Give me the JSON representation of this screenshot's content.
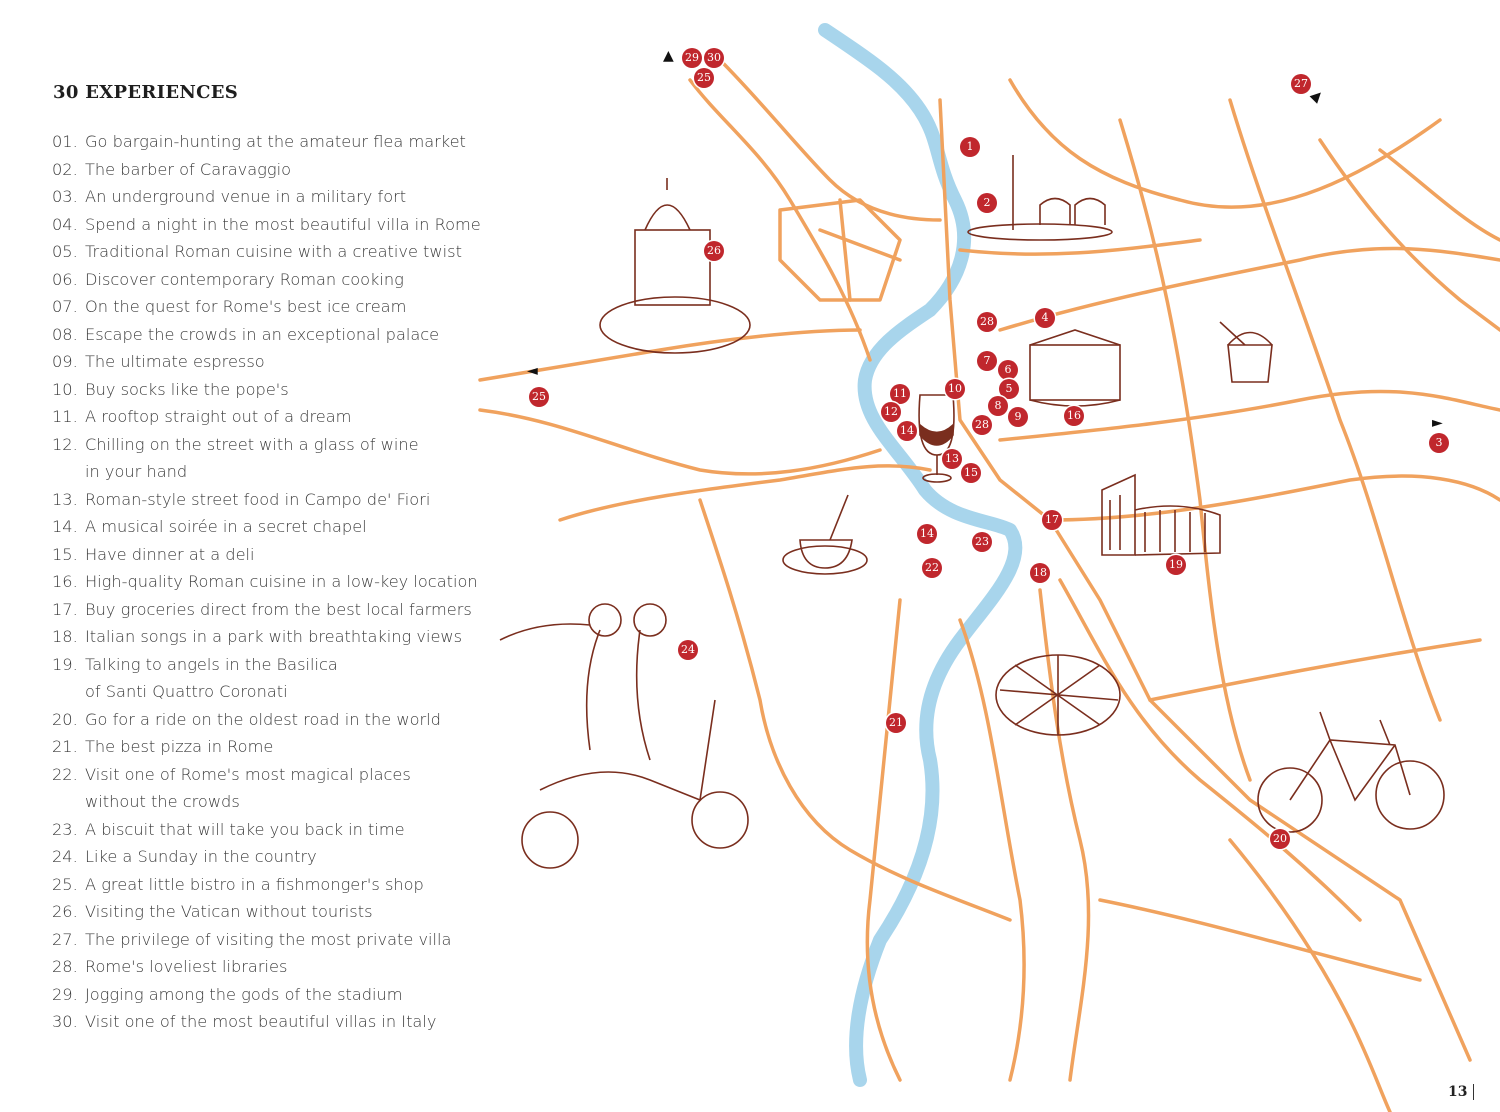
{
  "heading": "30 EXPERIENCES",
  "experiences": [
    {
      "num": "01.",
      "text": "Go bargain-hunting at the amateur flea market"
    },
    {
      "num": "02.",
      "text": "The barber of Caravaggio"
    },
    {
      "num": "03.",
      "text": "An underground venue in a military fort"
    },
    {
      "num": "04.",
      "text": "Spend a night in the most beautiful villa in Rome"
    },
    {
      "num": "05.",
      "text": "Traditional Roman cuisine with a creative twist"
    },
    {
      "num": "06.",
      "text": "Discover contemporary Roman cooking"
    },
    {
      "num": "07.",
      "text": "On the quest for Rome's best ice cream"
    },
    {
      "num": "08.",
      "text": "Escape the crowds in an exceptional palace"
    },
    {
      "num": "09.",
      "text": "The ultimate espresso"
    },
    {
      "num": "10.",
      "text": "Buy socks like the pope's"
    },
    {
      "num": "11.",
      "text": "A rooftop straight out of a dream"
    },
    {
      "num": "12.",
      "text": "Chilling on the street with a glass of wine",
      "cont": "in your hand"
    },
    {
      "num": "13.",
      "text": "Roman-style street food in Campo de' Fiori"
    },
    {
      "num": "14.",
      "text": "A musical soirée in a secret chapel"
    },
    {
      "num": "15.",
      "text": "Have dinner at a deli"
    },
    {
      "num": "16.",
      "text": "High-quality Roman cuisine in a low-key location"
    },
    {
      "num": "17.",
      "text": "Buy groceries direct from the best local farmers"
    },
    {
      "num": "18.",
      "text": "Italian songs in a park with breathtaking views"
    },
    {
      "num": "19.",
      "text": "Talking to angels in the Basilica",
      "cont": "of Santi Quattro Coronati"
    },
    {
      "num": "20.",
      "text": "Go for a ride on the oldest road in the world"
    },
    {
      "num": "21.",
      "text": "The best pizza in Rome"
    },
    {
      "num": "22.",
      "text": "Visit one of Rome's most magical places",
      "cont": "without the crowds"
    },
    {
      "num": "23.",
      "text": "A biscuit that will take you back in time"
    },
    {
      "num": "24.",
      "text": "Like a Sunday in the country"
    },
    {
      "num": "25.",
      "text": "A great little bistro in a fishmonger's shop"
    },
    {
      "num": "26.",
      "text": "Visiting the Vatican without tourists"
    },
    {
      "num": "27.",
      "text": "The privilege of visiting the most private villa"
    },
    {
      "num": "28.",
      "text": "Rome's loveliest libraries"
    },
    {
      "num": "29.",
      "text": "Jogging among the gods of the stadium"
    },
    {
      "num": "30.",
      "text": "Visit one of the most beautiful villas in Italy"
    }
  ],
  "markers": [
    "29",
    "30",
    "25",
    "27",
    "1",
    "2",
    "26",
    "28",
    "4",
    "7",
    "6",
    "5",
    "10",
    "11",
    "12",
    "8",
    "9",
    "28",
    "16",
    "14",
    "13",
    "15",
    "3",
    "25",
    "17",
    "14",
    "23",
    "22",
    "18",
    "19",
    "24",
    "21",
    "20"
  ],
  "page_number": "13",
  "colors": {
    "road": "#f0a25e",
    "river": "#a8d5ec",
    "marker": "#c0272d",
    "illustration": "#7a2e1e"
  }
}
